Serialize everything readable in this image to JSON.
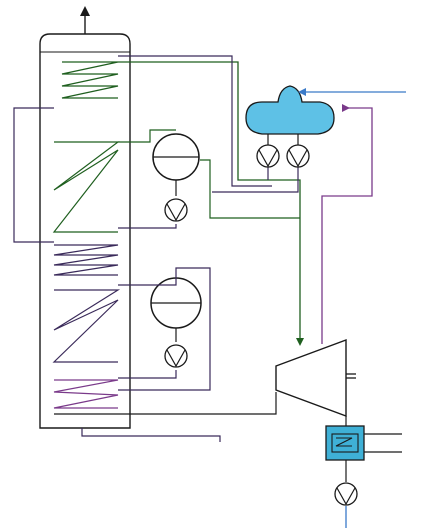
{
  "diagram": {
    "kind": "boiler-turbine thermal cycle schematic",
    "has_text": false
  },
  "colors": {
    "background": "#ffffff",
    "outline": "#1a1a1a",
    "steam_line": "#1f5f1f",
    "water_line": "#3a2a5a",
    "feedwater_line": "#7a3a8a",
    "cooling_line": "#3a7ac8",
    "deaerator_fill": "#5ec1e6",
    "condenser_fill": "#3fb0d6"
  },
  "components": [
    {
      "id": "boiler",
      "label": "boiler-drum"
    },
    {
      "id": "steam-drum-1",
      "label": "separator"
    },
    {
      "id": "steam-drum-2",
      "label": "separator"
    },
    {
      "id": "deaerator",
      "label": "deaerator"
    },
    {
      "id": "turbine",
      "label": "turbine"
    },
    {
      "id": "condenser",
      "label": "condenser"
    }
  ],
  "icons": {
    "outlet_arrow": "up-arrow-icon",
    "pump": "pump-icon"
  }
}
